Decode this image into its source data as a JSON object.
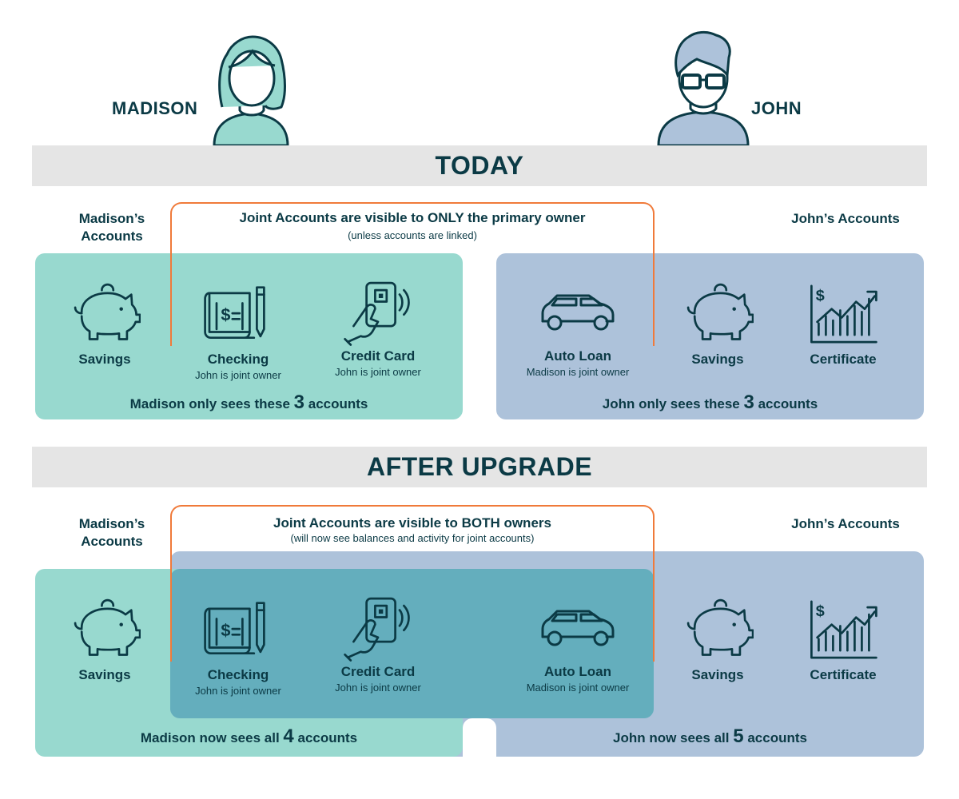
{
  "people": {
    "madison": {
      "name": "MADISON",
      "color": "#98d9cf"
    },
    "john": {
      "name": "JOHN",
      "color": "#adc2da"
    }
  },
  "today": {
    "banner": "TODAY",
    "madison_header": "Madison’s Accounts",
    "john_header": "John’s Accounts",
    "note_title": "Joint Accounts are visible to ONLY the primary owner",
    "note_sub": "(unless accounts are linked)",
    "madison_tiles": [
      {
        "icon": "piggy-bank-icon",
        "label": "Savings",
        "sub": ""
      },
      {
        "icon": "check-document-icon",
        "label": "Checking",
        "sub": "John is joint owner"
      },
      {
        "icon": "credit-card-hand-icon",
        "label": "Credit Card",
        "sub": "John is joint owner"
      }
    ],
    "john_tiles": [
      {
        "icon": "car-icon",
        "label": "Auto Loan",
        "sub": "Madison is joint owner"
      },
      {
        "icon": "piggy-bank-icon",
        "label": "Savings",
        "sub": ""
      },
      {
        "icon": "growth-chart-icon",
        "label": "Certificate",
        "sub": ""
      }
    ],
    "madison_footer": {
      "pre": "Madison only sees these",
      "num": "3",
      "post": "accounts"
    },
    "john_footer": {
      "pre": "John only sees these",
      "num": "3",
      "post": "accounts"
    }
  },
  "after": {
    "banner": "AFTER UPGRADE",
    "madison_header": "Madison’s Accounts",
    "john_header": "John’s Accounts",
    "note_title": "Joint Accounts are visible to BOTH owners",
    "note_sub": "(will now see balances and activity for joint accounts)",
    "tiles": [
      {
        "icon": "piggy-bank-icon",
        "label": "Savings",
        "sub": ""
      },
      {
        "icon": "check-document-icon",
        "label": "Checking",
        "sub": "John is joint owner"
      },
      {
        "icon": "credit-card-hand-icon",
        "label": "Credit Card",
        "sub": "John is joint owner"
      },
      {
        "icon": "car-icon",
        "label": "Auto Loan",
        "sub": "Madison is joint owner"
      },
      {
        "icon": "piggy-bank-icon",
        "label": "Savings",
        "sub": ""
      },
      {
        "icon": "growth-chart-icon",
        "label": "Certificate",
        "sub": ""
      }
    ],
    "madison_footer": {
      "pre": "Madison now sees all",
      "num": "4",
      "post": "accounts"
    },
    "john_footer": {
      "pre": "John now sees all",
      "num": "5",
      "post": "accounts"
    }
  },
  "colors": {
    "accent_orange": "#f07a3a",
    "navy": "#0b3a45",
    "mint": "#98d9cf",
    "blue": "#adc2da",
    "joint_teal": "#64aebd",
    "banner_gray": "#e5e5e5"
  }
}
